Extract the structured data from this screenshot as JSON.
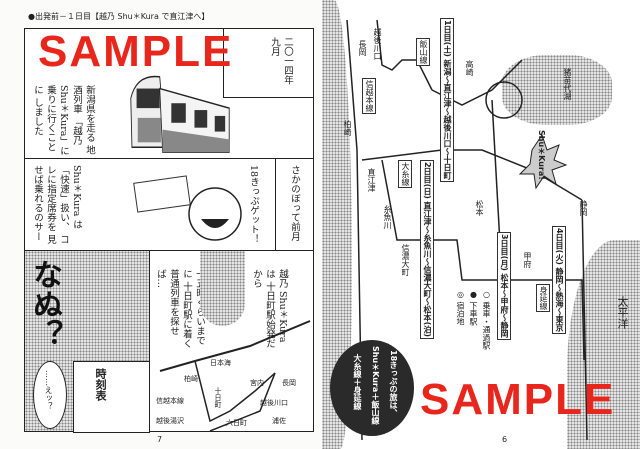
{
  "left_page": {
    "header": "●出発前－１日目【越乃 Shu＊Kura で直江津へ】",
    "date": [
      "二〇一四年",
      "九月"
    ],
    "intro": [
      "新潟県を走る",
      "地酒列車",
      "「越乃 Shu＊Kura」に",
      "乗りに行くことに",
      "しました"
    ],
    "flashback": "さかのぼって前月",
    "ticket": "18きっぷゲット！",
    "rapid": [
      "Shu＊Kura は",
      "「快速」扱い、",
      "コレに指定席券を",
      "見せば乗れるのサー"
    ],
    "start": [
      "越乃 Shu＊Kura は",
      "十日町駅始発だから"
    ],
    "plan": [
      "一五時くらいまでに",
      "十日町駅に着く",
      "普通列車を探せば…"
    ],
    "sfx": "なぬ？",
    "bubble": "……えッ？",
    "book_title": "時刻表",
    "map_labels": [
      "日本海",
      "柏崎",
      "信越本線",
      "十日町",
      "宮内",
      "長岡",
      "越後川口",
      "越後湯沢",
      "六日町",
      "浦佐"
    ],
    "page_number": "7",
    "watermark": "SAMPLE"
  },
  "right_page": {
    "day1": "1日目(土) 新潟～直江津～越後川口～十日町",
    "day2": "2日目(日) 直江津～糸魚川～信濃大町～松本(泊)",
    "day3": "3日目(月) 松本～甲府～静岡",
    "day4": "4日目(火) 静岡～熱海～東京",
    "legend": [
      "○ 乗車・通過駅",
      "● 下車駅",
      "◎ 宿泊地"
    ],
    "circle_text": [
      "18きっぷの旅は、",
      "Shu＊Kura＋飯山線",
      "大糸線＋身延線"
    ],
    "map_labels": [
      "越後川口",
      "長岡",
      "柏崎",
      "信越本線",
      "飯山線",
      "直江津",
      "高崎",
      "糸魚川",
      "大糸線",
      "信濃大町",
      "松本",
      "甲府",
      "身延線",
      "静岡",
      "太平洋",
      "猪苗代湖"
    ],
    "burst": "Shu＊Kura!",
    "page_number": "6",
    "watermark": "SAMPLE"
  },
  "colors": {
    "watermark": "#e8261c",
    "ink": "#222222"
  }
}
